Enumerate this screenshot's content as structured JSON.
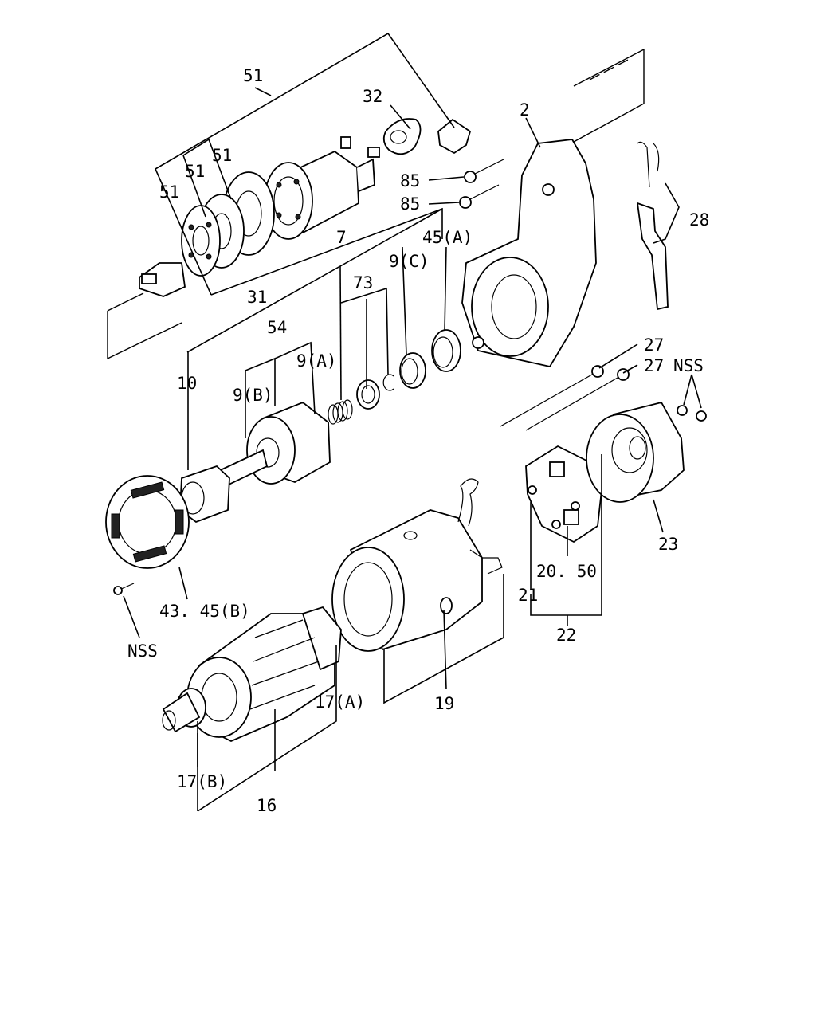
{
  "callouts": {
    "c51_top": "51",
    "c32": "32",
    "c2": "2",
    "c51_b": "51",
    "c51_c": "51",
    "c51_d": "51",
    "c85_a": "85",
    "c85_b": "85",
    "c7": "7",
    "c45a": "45(A)",
    "c28": "28",
    "c9c": "9(C)",
    "c31": "31",
    "c73": "73",
    "c54": "54",
    "c9a": "9(A)",
    "c27_a": "27",
    "c27_b": "27",
    "c_nss_right": "NSS",
    "c10": "10",
    "c9b": "9(B)",
    "c23": "23",
    "c20_50": "20. 50",
    "c21": "21",
    "c43_45b": "43. 45(B)",
    "c22": "22",
    "c_nss_left": "NSS",
    "c17a": "17(A)",
    "c19": "19",
    "c17b": "17(B)",
    "c16": "16"
  }
}
